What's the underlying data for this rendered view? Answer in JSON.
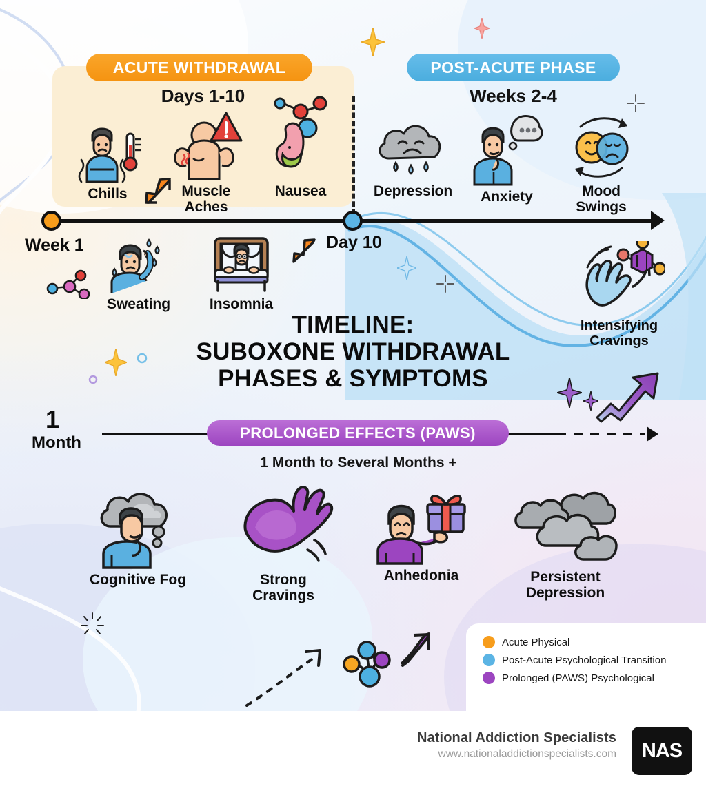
{
  "phases": {
    "acute": {
      "pill_label": "ACUTE WITHDRAWAL",
      "range_label": "Days 1-10"
    },
    "post_acute": {
      "pill_label": "POST-ACUTE PHASE",
      "range_label": "Weeks 2-4"
    },
    "paws": {
      "pill_label": "PROLONGED EFFECTS (PAWS)",
      "range_label": "1 Month to Several Months +"
    }
  },
  "timeline": {
    "marker_week1": "Week 1",
    "marker_day10": "Day 10",
    "marker_month_number": "1",
    "marker_month_word": "Month"
  },
  "title": {
    "line1": "TIMELINE:",
    "line2": "SUBOXONE WITHDRAWAL",
    "line3": "PHASES & SYMPTOMS"
  },
  "symptoms": {
    "acute": [
      {
        "label": "Chills",
        "icon": "shivering-person-thermometer-icon"
      },
      {
        "label": "Muscle\nAches",
        "icon": "muscle-arms-warning-icon"
      },
      {
        "label": "Nausea",
        "icon": "stomach-icon"
      }
    ],
    "acute_lower": [
      {
        "label": "Sweating",
        "icon": "sweating-person-icon"
      },
      {
        "label": "Insomnia",
        "icon": "person-in-bed-icon"
      }
    ],
    "post_acute": [
      {
        "label": "Depression",
        "icon": "rain-cloud-sad-face-icon"
      },
      {
        "label": "Anxiety",
        "icon": "worried-person-thought-bubble-icon"
      },
      {
        "label": "Mood\nSwings",
        "icon": "happy-sad-faces-cycle-icon"
      }
    ],
    "post_acute_lower": [
      {
        "label": "Intensifying\nCravings",
        "icon": "reaching-hand-molecule-icon"
      }
    ],
    "paws": [
      {
        "label": "Cognitive Fog",
        "icon": "person-head-cloud-icon"
      },
      {
        "label": "Strong\nCravings",
        "icon": "purple-reaching-arm-icon"
      },
      {
        "label": "Anhedonia",
        "icon": "sad-person-gift-icon"
      },
      {
        "label": "Persistent\nDepression",
        "icon": "grey-clouds-icon"
      }
    ]
  },
  "legend": {
    "items": [
      {
        "label": "Acute Physical",
        "color": "#f79d1c"
      },
      {
        "label": "Post-Acute Psychological Transition",
        "color": "#5bb4e4"
      },
      {
        "label": "Prolonged (PAWS) Psychological",
        "color": "#9c45c0"
      }
    ]
  },
  "footer": {
    "brand": "National Addiction Specialists",
    "website": "www.nationaladdictionspecialists.com",
    "logo_text": "NAS"
  },
  "colors": {
    "acute_orange": "#f79d1c",
    "post_acute_blue": "#5bb4e4",
    "paws_purple": "#9c45c0",
    "acute_panel_bg": "#fbeed4"
  }
}
